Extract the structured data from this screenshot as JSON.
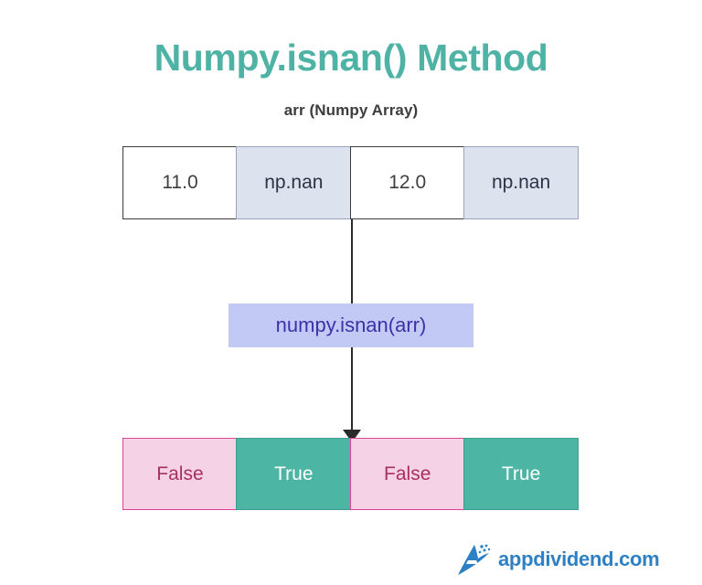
{
  "title": "Numpy.isnan() Method",
  "subtitle": "arr (Numpy Array)",
  "input_array": {
    "label": "arr (Numpy Array)",
    "cells": [
      {
        "value": "11.0",
        "kind": "plain"
      },
      {
        "value": "np.nan",
        "kind": "nan"
      },
      {
        "value": "12.0",
        "kind": "plain"
      },
      {
        "value": "np.nan",
        "kind": "nan"
      }
    ]
  },
  "function_call": "numpy.isnan(arr)",
  "result_array": {
    "cells": [
      {
        "value": "False",
        "kind": "false"
      },
      {
        "value": "True",
        "kind": "true"
      },
      {
        "value": "False",
        "kind": "false"
      },
      {
        "value": "True",
        "kind": "true"
      }
    ]
  },
  "footer": {
    "logo_icon": "appdividend-logo-icon",
    "brand": "appdividend.com"
  },
  "colors": {
    "title_teal": "#4eb3a4",
    "subtitle_gray": "#3d3d3d",
    "nan_cell_bg": "#dde3ee",
    "nan_cell_text": "#2b3446",
    "plain_cell_bg": "#ffffff",
    "plain_cell_text": "#3f3f3f",
    "cell_border_dark": "#3b3b3b",
    "func_box_bg": "#c3c9f5",
    "func_box_text": "#3b31a8",
    "false_bg": "#f5d2e6",
    "false_text": "#a82f63",
    "false_border": "#e0439a",
    "true_bg": "#4db5a4",
    "true_text": "#ffffff",
    "arrow": "#2b2b2b",
    "brand_blue": "#2e80c4",
    "background": "#ffffff"
  }
}
